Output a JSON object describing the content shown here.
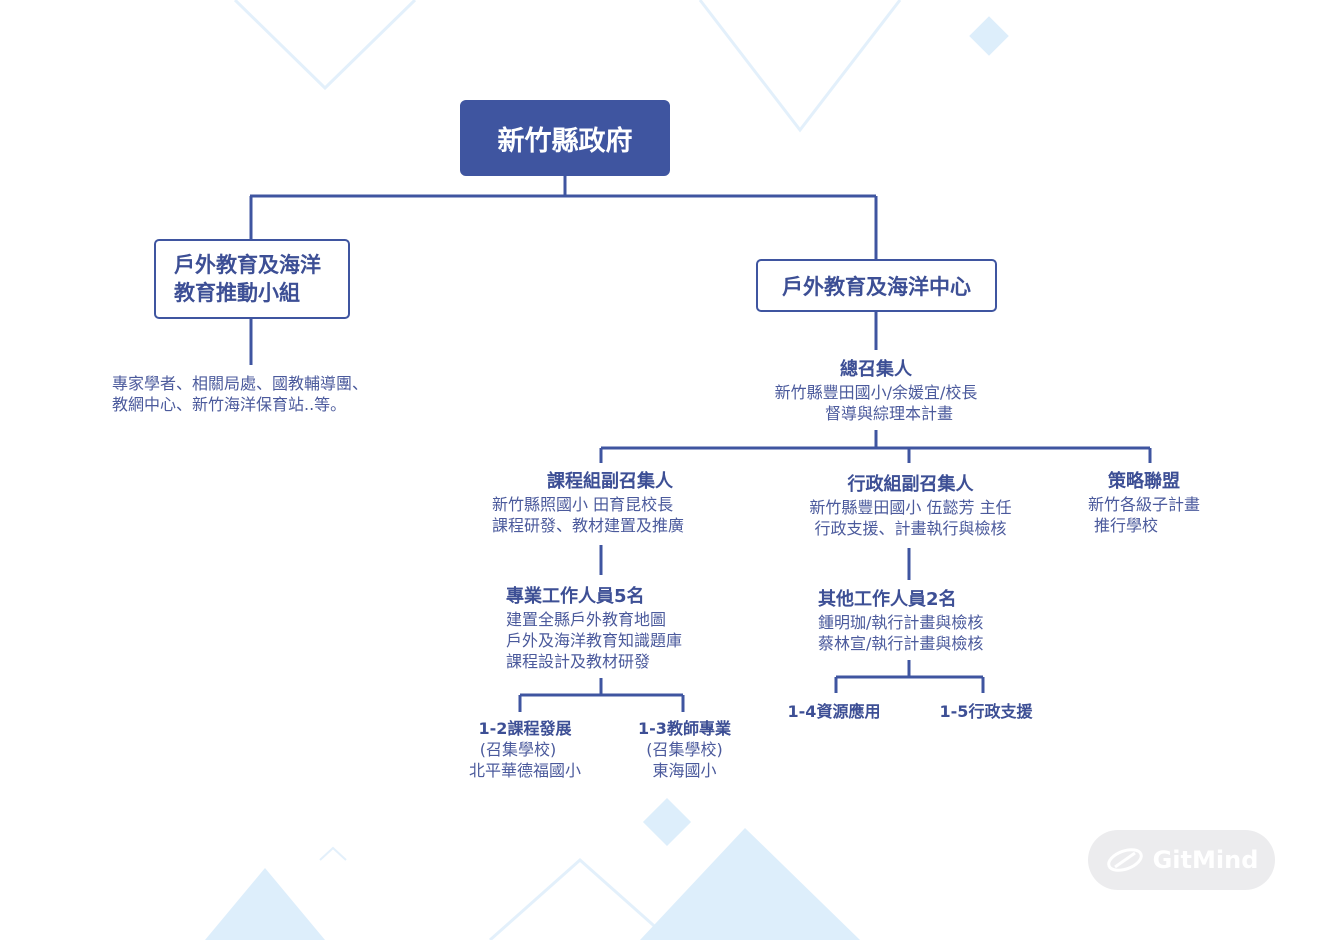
{
  "root": "新竹縣政府",
  "left_box": {
    "line1": "戶外教育及海洋",
    "line2": "教育推動小組"
  },
  "left_note": {
    "line1": "專家學者、相關局處、國教輔導團、",
    "line2": "教網中心、新竹海洋保育站..等。"
  },
  "right_box": "戶外教育及海洋中心",
  "convener": {
    "title": "總召集人",
    "line1": "新竹縣豐田國小/余媛宜/校長",
    "line2": "督導與綜理本計畫"
  },
  "curriculum": {
    "title": "課程組副召集人",
    "line1": "新竹縣照國小 田育昆校長",
    "line2": "課程研發、教材建置及推廣"
  },
  "admin": {
    "title": "行政組副召集人",
    "line1": "新竹縣豐田國小 伍懿芳 主任",
    "line2": "行政支援、計畫執行與檢核"
  },
  "alliance": {
    "title": "策略聯盟",
    "line1": "新竹各級子計畫",
    "line2": "推行學校"
  },
  "staff5": {
    "title": "專業工作人員5名",
    "line1": "建置全縣戶外教育地圖",
    "line2": "戶外及海洋教育知識題庫",
    "line3": "課程設計及教材研發"
  },
  "staff2": {
    "title": "其他工作人員2名",
    "line1": "鍾明珈/執行計畫與檢核",
    "line2": "蔡林宣/執行計畫與檢核"
  },
  "n12": {
    "title": "1-2課程發展",
    "line1": "(召集學校)",
    "line2": "北平華德福國小"
  },
  "n13": {
    "title": "1-3教師專業",
    "line1": "(召集學校)",
    "line2": "東海國小"
  },
  "n14": {
    "title": "1-4資源應用"
  },
  "n15": {
    "title": "1-5行政支援"
  },
  "watermark": "GitMind",
  "colors": {
    "primary": "#3f55a0",
    "text": "#4b5a9c",
    "decor": "#ddeefb"
  }
}
